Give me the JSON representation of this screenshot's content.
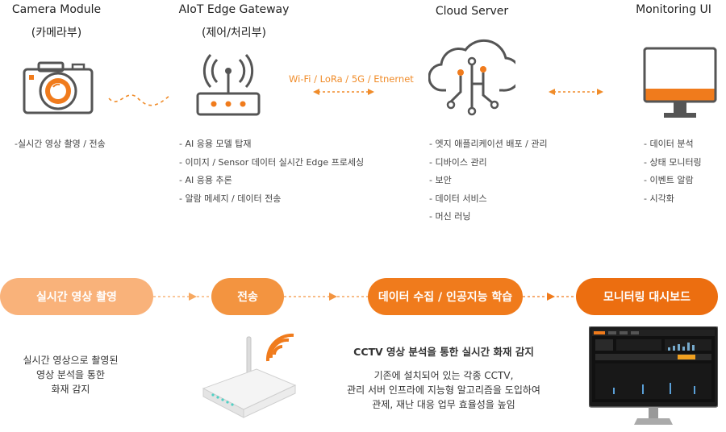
{
  "columns": [
    {
      "title": "Camera Module",
      "subtitle": "(카메라부)",
      "items": [
        "-실시간 영상 촬영 / 전송"
      ]
    },
    {
      "title": "AIoT Edge Gateway",
      "subtitle": "(제어/처리부)",
      "items": [
        "- AI 응용 모델 탑재",
        "- 이미지 / Sensor 데이터 실시간 Edge 프로세싱",
        "- AI 응용 추론",
        "- 알람 메세지 / 데이터 전송"
      ]
    },
    {
      "title": "Cloud Server",
      "subtitle": "",
      "items": [
        "- 엣지 애플리케이션 배포 / 관리",
        "- 디바이스 관리",
        "- 보안",
        "- 데이터 서비스",
        "- 머신 러닝"
      ]
    },
    {
      "title": "Monitoring UI",
      "subtitle": "",
      "items": [
        "- 데이터 분석",
        "- 상태 모니터링",
        "- 이벤트 알람",
        "- 시각화"
      ]
    }
  ],
  "link_label": "Wi-Fi / LoRa / 5G / Etnernet",
  "flow": [
    "실시간 영상 촬영",
    "전송",
    "데이터 수집 / 인공지능 학습",
    "모니터링 대시보드"
  ],
  "left_desc": [
    "실시간 영상으로 촬영된",
    "영상 분석을 통한",
    "화재 감지"
  ],
  "mid_title": "CCTV 영상 분석을 통한 실시간 화재 감지",
  "mid_desc": [
    "기존에 설치되어 있는 각종 CCTV,",
    "관리 서버 인프라에 지능형 알고리즘을 도입하여",
    "관제, 재난 대응 업무 효율성을 높임"
  ],
  "colors": {
    "orange": "#f07b1c",
    "orange_light": "#f7a860",
    "orange_mid": "#f39440",
    "dark": "#555555"
  }
}
